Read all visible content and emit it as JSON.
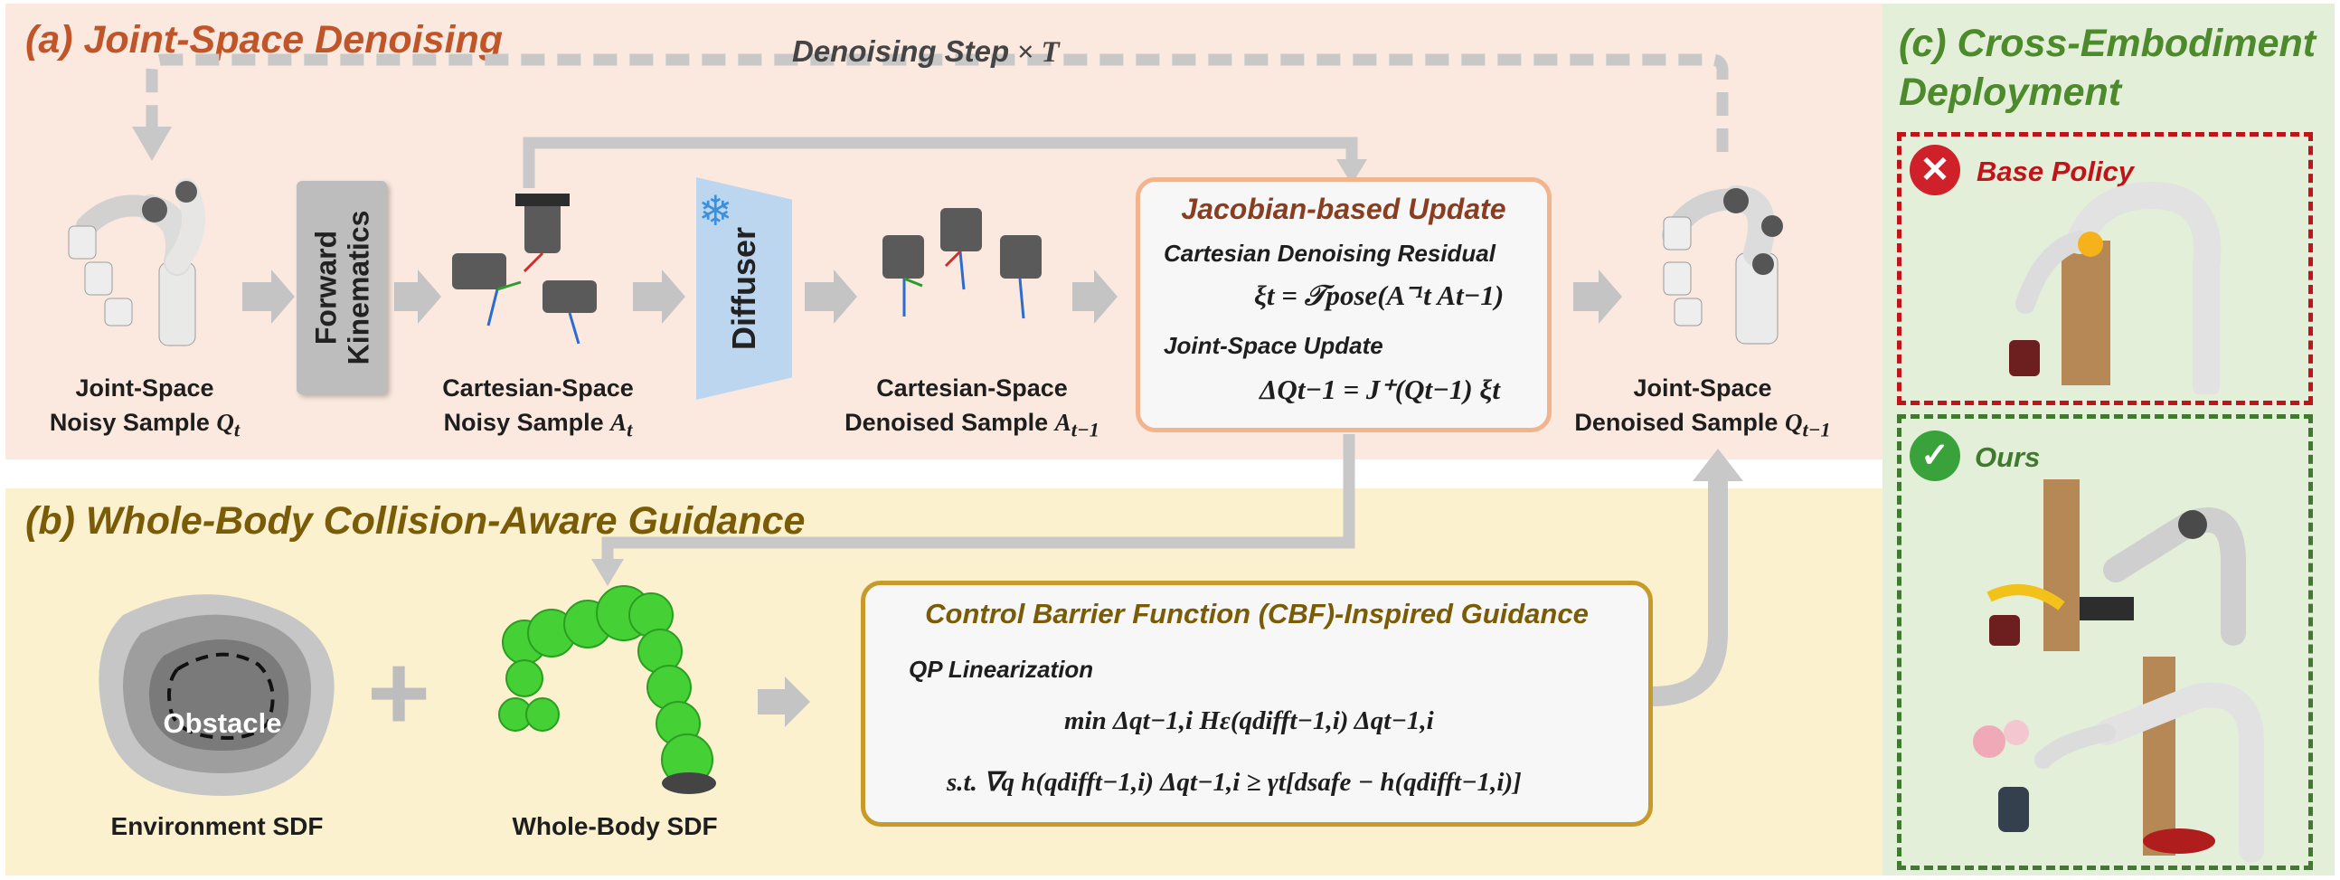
{
  "panel_a": {
    "title": "(a) Joint-Space Denoising",
    "loop_label_text": "Denoising Step",
    "loop_label_math": "× T",
    "forward_kinematics": [
      "Forward",
      "Kinematics"
    ],
    "diffuser": "Diffuser",
    "labels": {
      "joint_noisy_1": "Joint-Space",
      "joint_noisy_2": "Noisy Sample",
      "joint_noisy_sym": "Q",
      "joint_noisy_sub": "t",
      "cart_noisy_1": "Cartesian-Space",
      "cart_noisy_2": "Noisy Sample",
      "cart_noisy_sym": "A",
      "cart_noisy_sub": "t",
      "cart_denoised_1": "Cartesian-Space",
      "cart_denoised_2": "Denoised Sample",
      "cart_denoised_sym": "A",
      "cart_denoised_sub": "t−1",
      "joint_denoised_1": "Joint-Space",
      "joint_denoised_2": "Denoised Sample",
      "joint_denoised_sym": "Q",
      "joint_denoised_sub": "t−1"
    },
    "jacobian_box": {
      "title": "Jacobian-based Update",
      "residual_heading": "Cartesian Denoising Residual",
      "residual_eq": "ξt = 𝒯pose(A⁻¹t At−1)",
      "update_heading": "Joint-Space Update",
      "update_eq": "ΔQt−1 = J⁺(Qt−1) ξt"
    }
  },
  "panel_b": {
    "title": "(b) Whole-Body Collision-Aware Guidance",
    "obstacle": "Obstacle",
    "env_sdf": "Environment SDF",
    "body_sdf": "Whole-Body SDF",
    "plus": "+",
    "cbf_box": {
      "title": "Control Barrier Function (CBF)-Inspired Guidance",
      "subheading": "QP Linearization",
      "objective": "min Δqt−1,i Hε(qdifft−1,i) Δqt−1,i",
      "constraint": "s.t. ∇q h(qdifft−1,i) Δqt−1,i ≥ γt[dsafe − h(qdifft−1,i)]"
    }
  },
  "panel_c": {
    "title_line1": "(c) Cross-Embodiment",
    "title_line2": "Deployment",
    "base_policy": "Base Policy",
    "ours": "Ours"
  },
  "colors": {
    "panel_a_bg": "#fbe9e0",
    "panel_b_bg": "#fcf1cf",
    "panel_c_bg": "#e3efd8",
    "title_a": "#c0552a",
    "title_b": "#7a5b06",
    "title_c": "#4d8a2c",
    "red_dash": "#c0141a",
    "green_dash": "#3f7a2f",
    "arrow_gray": "#c4c4c4"
  }
}
